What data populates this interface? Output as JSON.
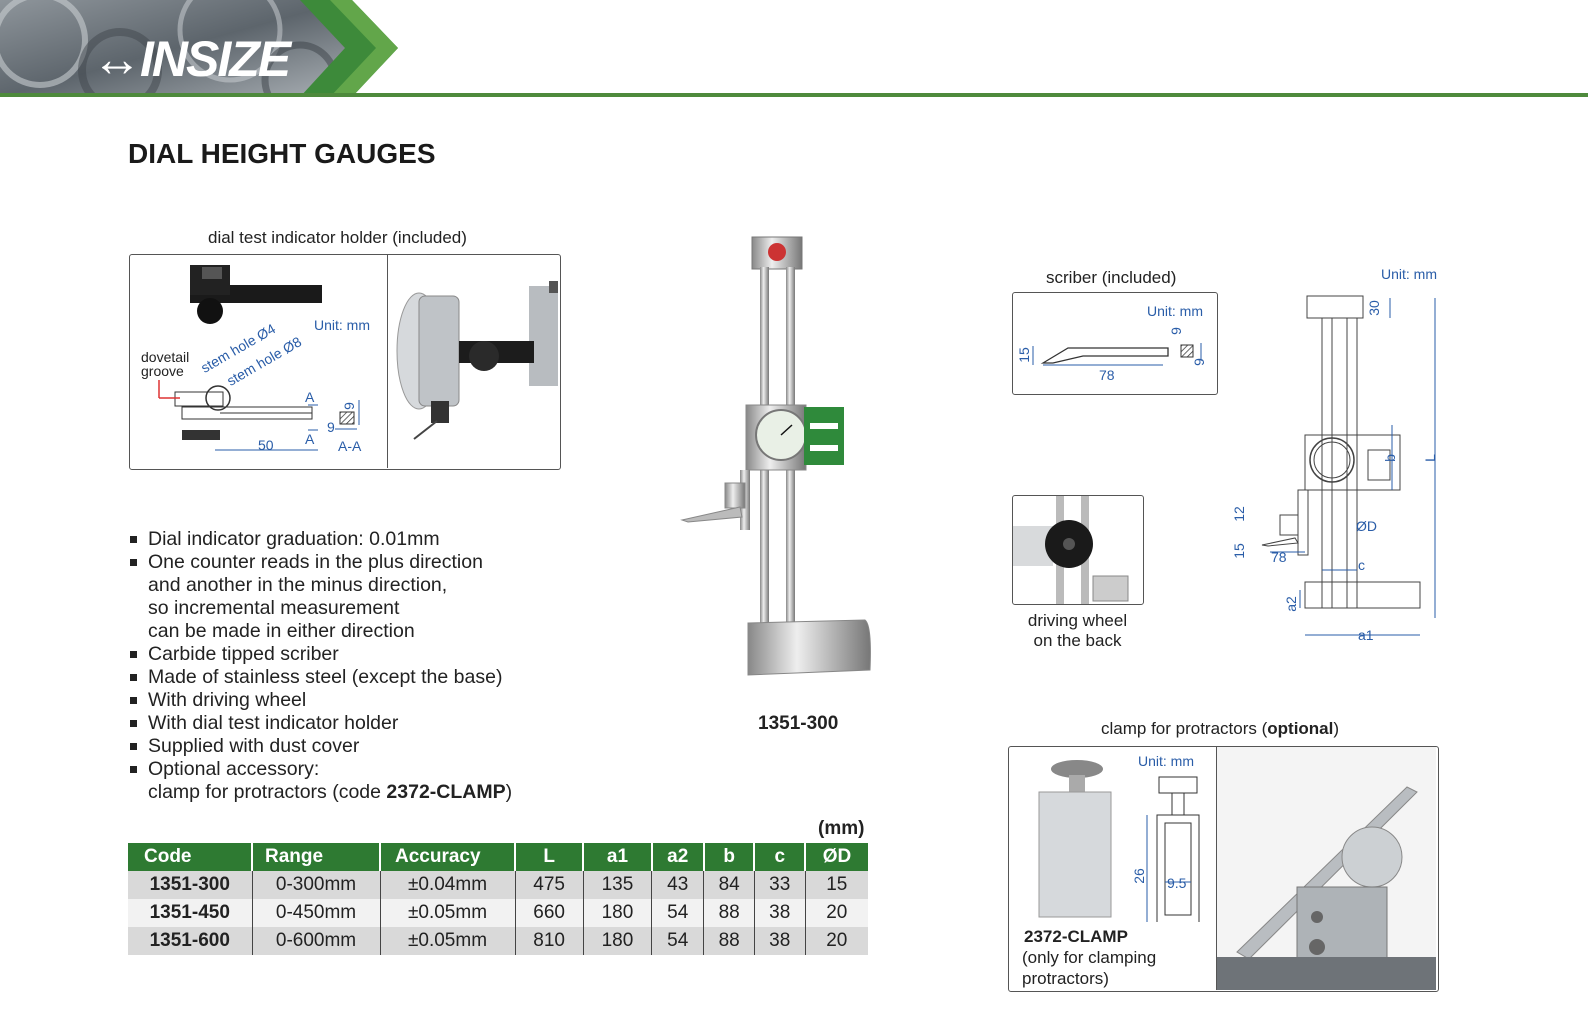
{
  "brand": {
    "logo_text": "INSIZE",
    "accent": "#4e8a3c"
  },
  "title": "DIAL HEIGHT GAUGES",
  "holder": {
    "caption": "dial test indicator holder (included)",
    "unit": "Unit: mm",
    "labels": {
      "dovetail": "dovetail",
      "groove": "groove",
      "stem4": "stem hole Ø4",
      "stem8": "stem hole Ø8",
      "a_top": "A",
      "a_bottom": "A",
      "aa": "A-A",
      "dim50": "50",
      "dim9h": "9",
      "dim9v": "9"
    }
  },
  "product": {
    "model": "1351-300"
  },
  "scriber": {
    "caption": "scriber (included)",
    "unit": "Unit: mm",
    "dim15": "15",
    "dim78": "78",
    "dim9a": "9",
    "dim9b": "9"
  },
  "driving_wheel": {
    "line1": "driving wheel",
    "line2": "on the back"
  },
  "dimension_diagram": {
    "unit": "Unit: mm",
    "labels": {
      "d30": "30",
      "b": "b",
      "L": "L",
      "d12": "12",
      "od": "ØD",
      "d15": "15",
      "d78": "78",
      "c": "c",
      "a2": "a2",
      "a1": "a1"
    }
  },
  "clamp": {
    "caption_pre": "clamp for protractors (",
    "caption_bold": "optional",
    "caption_post": ")",
    "unit": "Unit: mm",
    "dim26": "26",
    "dim95": "9.5",
    "code": "2372-CLAMP",
    "note1": "(only for clamping",
    "note2": "protractors)"
  },
  "features": [
    "Dial indicator graduation: 0.01mm",
    "One counter reads in the plus direction",
    "and another in the minus direction,",
    "so incremental measurement",
    "can be made in either direction",
    "Carbide tipped scriber",
    "Made of stainless steel (except the base)",
    "With driving wheel",
    "With dial test indicator holder",
    "Supplied with dust cover",
    "Optional accessory:",
    "clamp for protractors (code ",
    "2372-CLAMP",
    ")"
  ],
  "table": {
    "unit": "(mm)",
    "headers": [
      "Code",
      "Range",
      "Accuracy",
      "L",
      "a1",
      "a2",
      "b",
      "c",
      "ØD"
    ],
    "rows": [
      [
        "1351-300",
        "0-300mm",
        "±0.04mm",
        "475",
        "135",
        "43",
        "84",
        "33",
        "15"
      ],
      [
        "1351-450",
        "0-450mm",
        "±0.05mm",
        "660",
        "180",
        "54",
        "88",
        "38",
        "20"
      ],
      [
        "1351-600",
        "0-600mm",
        "±0.05mm",
        "810",
        "180",
        "54",
        "88",
        "38",
        "20"
      ]
    ]
  }
}
